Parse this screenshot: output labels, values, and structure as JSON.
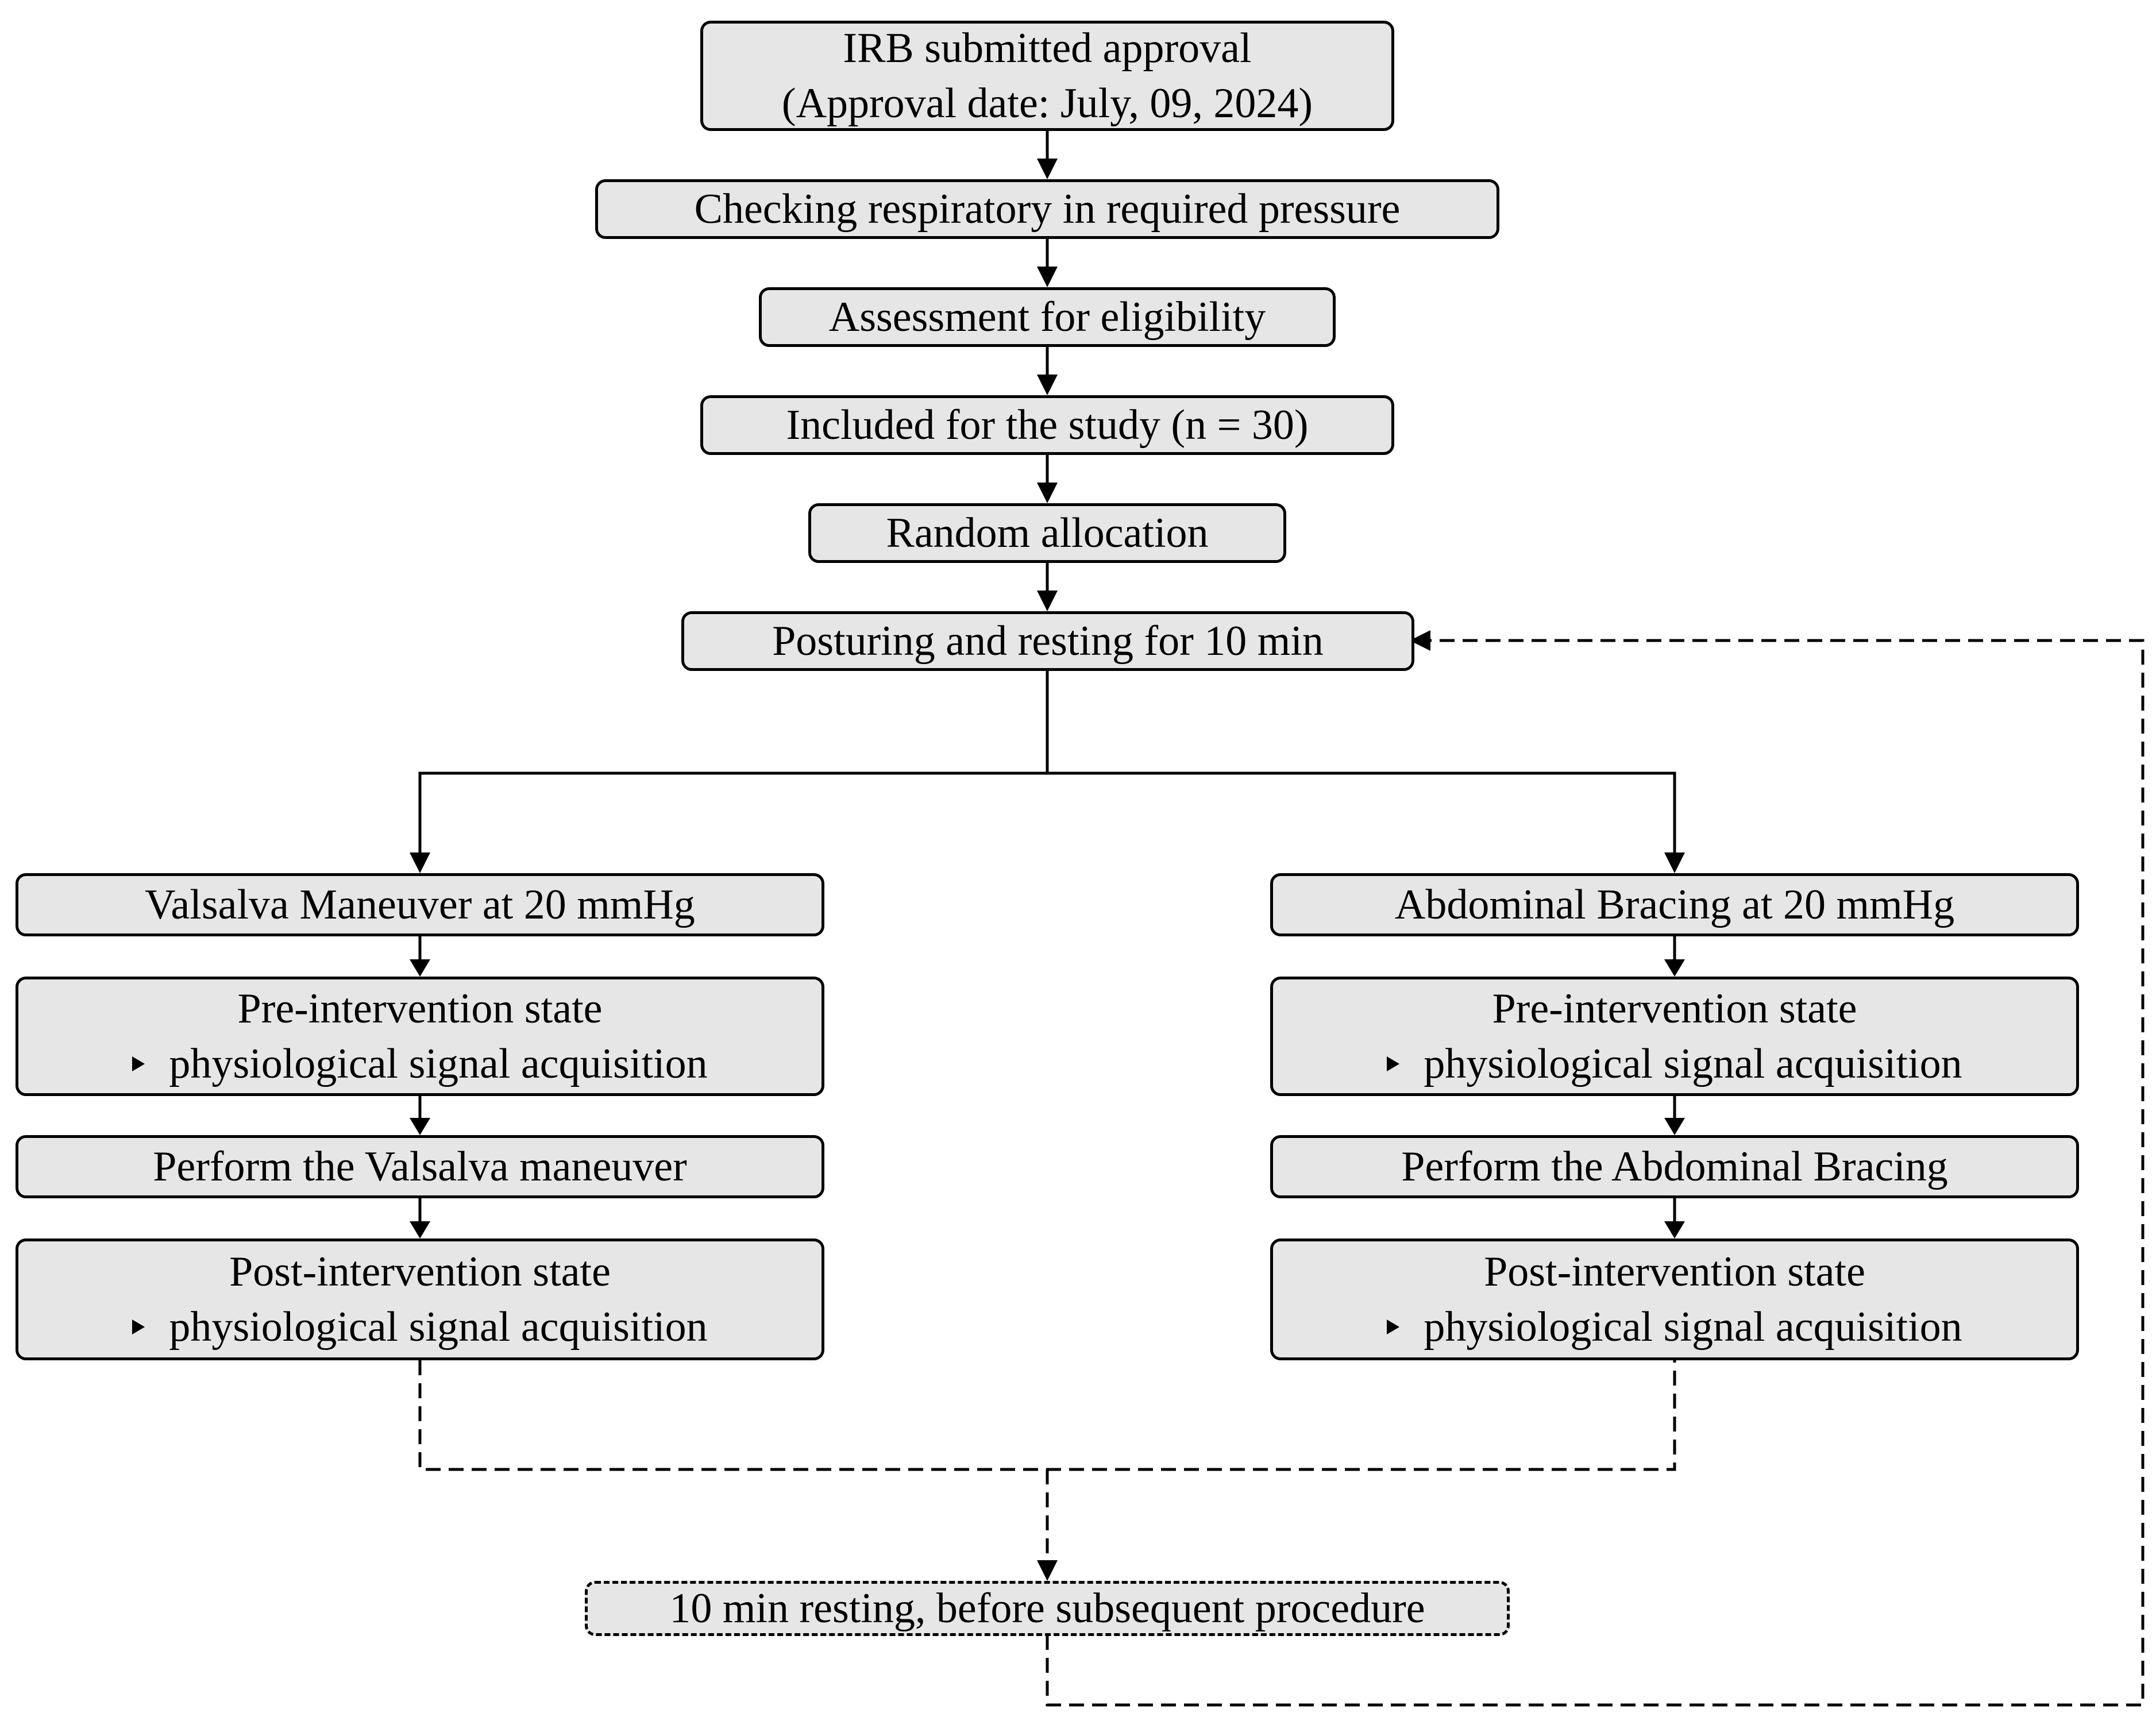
{
  "boxes": {
    "irb": {
      "line1": "IRB submitted approval",
      "line2": "(Approval date: July, 09, 2024)"
    },
    "checking": "Checking respiratory in required pressure",
    "assessment": "Assessment for eligibility",
    "included": "Included for the study (n = 30)",
    "random": "Random allocation",
    "posturing": "Posturing and resting for 10 min",
    "valsalva_header": "Valsalva Maneuver at 20 mmHg",
    "abdominal_header": "Abdominal Bracing at 20 mmHg",
    "left_pre": {
      "title": "Pre-intervention state",
      "bullet": "physiological signal acquisition"
    },
    "right_pre": {
      "title": "Pre-intervention state",
      "bullet": "physiological signal acquisition"
    },
    "perform_valsalva": "Perform the Valsalva maneuver",
    "perform_abdominal": "Perform the Abdominal Bracing",
    "left_post": {
      "title": "Post-intervention state",
      "bullet": "physiological signal acquisition"
    },
    "right_post": {
      "title": "Post-intervention state",
      "bullet": "physiological signal acquisition"
    },
    "resting": "10 min resting, before subsequent procedure"
  },
  "colors": {
    "box_fill": "#e6e6e6",
    "stroke": "#000000"
  }
}
